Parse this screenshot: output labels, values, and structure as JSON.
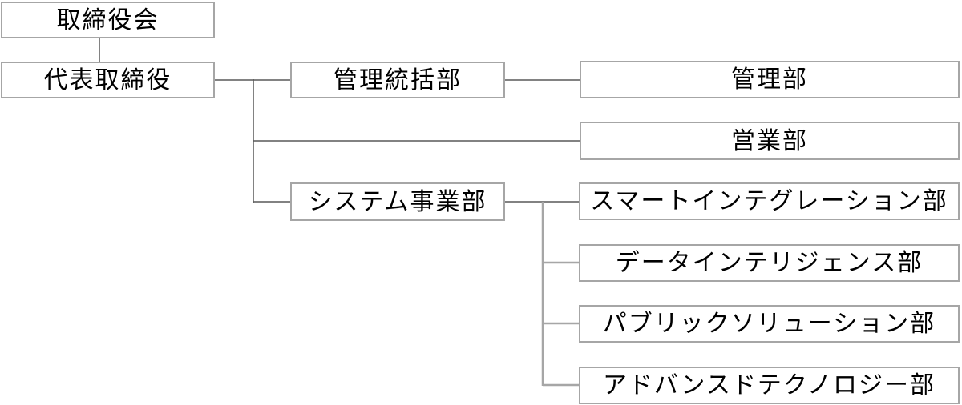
{
  "nodes": {
    "board": {
      "label": "取締役会"
    },
    "ceo": {
      "label": "代表取締役"
    },
    "admin_division": {
      "label": "管理統括部"
    },
    "admin_dept": {
      "label": "管理部"
    },
    "sales_dept": {
      "label": "営業部"
    },
    "system_division": {
      "label": "システム事業部"
    },
    "smart_integration_dept": {
      "label": "スマートインテグレーション部"
    },
    "data_intelligence_dept": {
      "label": "データインテリジェンス部"
    },
    "public_solution_dept": {
      "label": "パブリックソリューション部"
    },
    "advanced_technology_dept": {
      "label": "アドバンスドテクノロジー部"
    }
  },
  "edges": [
    {
      "from": "取締役会",
      "to": "代表取締役"
    },
    {
      "from": "代表取締役",
      "to": "管理統括部"
    },
    {
      "from": "代表取締役",
      "to": "営業部"
    },
    {
      "from": "代表取締役",
      "to": "システム事業部"
    },
    {
      "from": "管理統括部",
      "to": "管理部"
    },
    {
      "from": "システム事業部",
      "to": "スマートインテグレーション部"
    },
    {
      "from": "システム事業部",
      "to": "データインテリジェンス部"
    },
    {
      "from": "システム事業部",
      "to": "パブリックソリューション部"
    },
    {
      "from": "システム事業部",
      "to": "アドバンスドテクノロジー部"
    }
  ],
  "colors": {
    "text": "#000000",
    "box_fill": "#ffffff",
    "box_border": "#a6a6a6",
    "connector_dark": "#595959",
    "connector_light": "#a6a6a6",
    "background": "#ffffff"
  }
}
